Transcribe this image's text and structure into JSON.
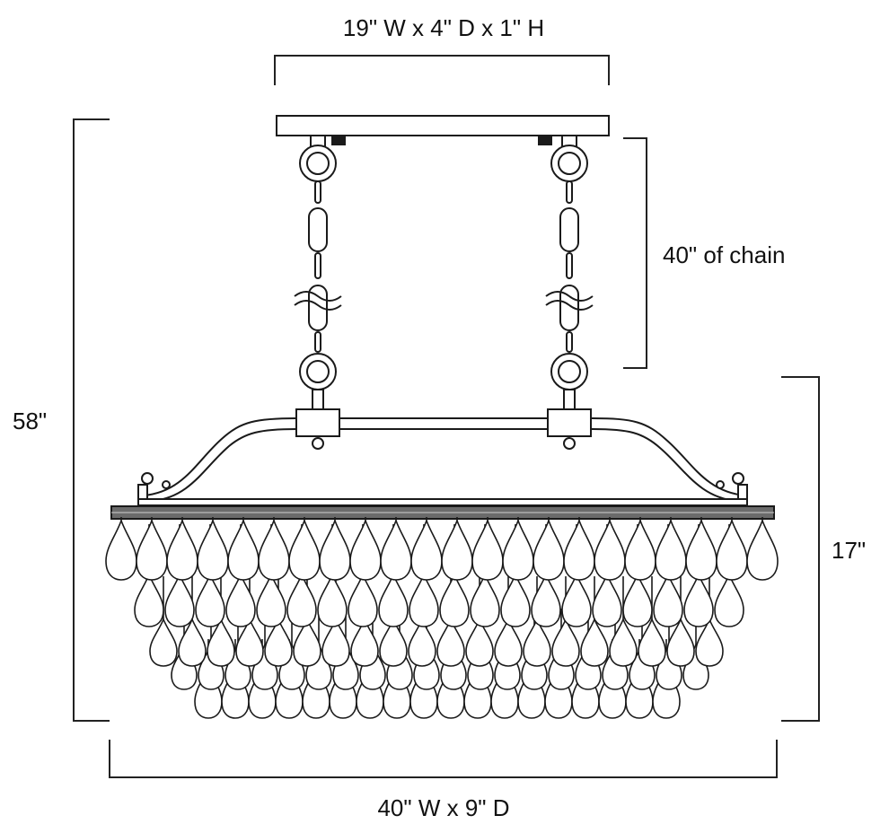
{
  "dimensions": {
    "canopy": "19\" W x 4\" D x 1\" H",
    "chain": "40\" of chain",
    "overall_height": "58\"",
    "body_height": "17\"",
    "body_size": "40\" W x 9\" D"
  },
  "colors": {
    "line": "#1a1a1a",
    "background": "#ffffff",
    "bracket": "#222222"
  }
}
